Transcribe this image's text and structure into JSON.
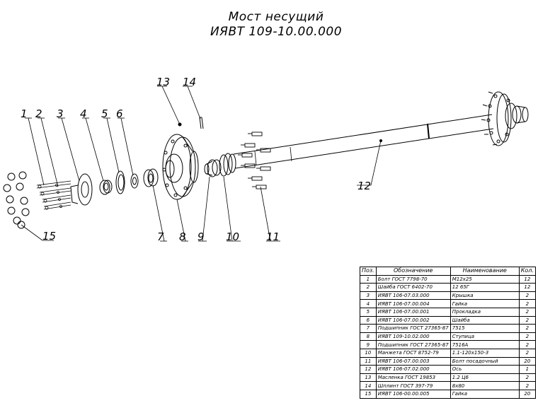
{
  "title": {
    "line1": "Мост несущий",
    "line2": "ИЯВТ 109-10.00.000"
  },
  "callouts": [
    "1",
    "2",
    "3",
    "4",
    "5",
    "6",
    "7",
    "8",
    "9",
    "10",
    "11",
    "12",
    "13",
    "14",
    "15"
  ],
  "parts_table": {
    "headers": [
      "Поз.",
      "Обозначение",
      "Наименование",
      "Кол."
    ],
    "rows": [
      [
        "1",
        "Болт ГОСТ 7798-70",
        "M12x25",
        "12"
      ],
      [
        "2",
        "Шайба ГОСТ 6402-70",
        "12 65Г",
        "12"
      ],
      [
        "3",
        "ИЯВТ 106-07.03.000",
        "Крышка",
        "2"
      ],
      [
        "4",
        "ИЯВТ 106-07.00.004",
        "Гайка",
        "2"
      ],
      [
        "5",
        "ИЯВТ 106-07.00.001",
        "Прокладка",
        "2"
      ],
      [
        "6",
        "ИЯВТ 106-07.00.002",
        "Шайба",
        "2"
      ],
      [
        "7",
        "Подшипник ГОСТ 27365-87",
        "7515",
        "2"
      ],
      [
        "8",
        "ИЯВТ 109-10.02.000",
        "Ступица",
        "2"
      ],
      [
        "9",
        "Подшипник ГОСТ 27365-87",
        "7516А",
        "2"
      ],
      [
        "10",
        "Манжета ГОСТ 8752-79",
        "1.1-120х150-3",
        "2"
      ],
      [
        "11",
        "ИЯВТ 106-07.00.003",
        "Болт посадочный",
        "20"
      ],
      [
        "12",
        "ИЯВТ 106-07.02.000",
        "Ось",
        "1"
      ],
      [
        "13",
        "Масленка ГОСТ 19853",
        "1.2 Ц6",
        "2"
      ],
      [
        "14",
        "Шплинт ГОСТ 397-79",
        "8х80",
        "2"
      ],
      [
        "15",
        "ИЯВТ 106-00.00.005",
        "Гайка",
        "20"
      ]
    ]
  }
}
